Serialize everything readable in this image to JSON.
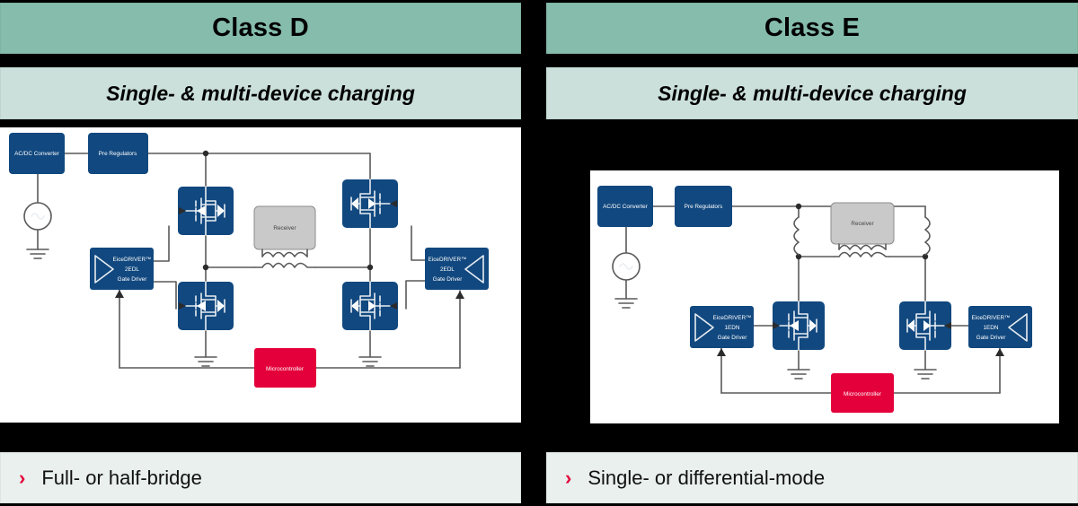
{
  "panels": [
    {
      "id": "class-d",
      "title": "Class D",
      "subtitle": "Single- & multi-device charging",
      "bullet": {
        "marker": "chevron-right-icon",
        "text": "Full- or half-bridge"
      },
      "diagram": {
        "topology": "full-bridge",
        "blocks": [
          {
            "name": "ac-dc-converter",
            "label": "AC/DC Converter",
            "color": "#11487f"
          },
          {
            "name": "pre-regulators",
            "label": "Pre Regulators",
            "color": "#11487f"
          },
          {
            "name": "gate-driver-left",
            "label_line1": "EiceDRIVER™",
            "label_line2": "2EDL",
            "label_line3": "Gate Driver",
            "color": "#11487f"
          },
          {
            "name": "gate-driver-right",
            "label_line1": "EiceDRIVER™",
            "label_line2": "2EDL",
            "label_line3": "Gate Driver",
            "color": "#11487f"
          },
          {
            "name": "receiver",
            "label": "Receiver",
            "color": "#c9c9c9"
          },
          {
            "name": "microcontroller",
            "label": "Microcontroller",
            "color": "#e4003a"
          }
        ],
        "mosfet_count": 4,
        "ac_source_symbol": "~",
        "ground_symbols": 3
      }
    },
    {
      "id": "class-e",
      "title": "Class E",
      "subtitle": "Single- & multi-device charging",
      "bullet": {
        "marker": "chevron-right-icon",
        "text": "Single- or differential-mode"
      },
      "diagram": {
        "topology": "differential-mode",
        "blocks": [
          {
            "name": "ac-dc-converter",
            "label": "AC/DC Converter",
            "color": "#11487f"
          },
          {
            "name": "pre-regulators",
            "label": "Pre Regulators",
            "color": "#11487f"
          },
          {
            "name": "gate-driver-left",
            "label_line1": "EiceDRIVER™",
            "label_line2": "1EDN",
            "label_line3": "Gate Driver",
            "color": "#11487f"
          },
          {
            "name": "gate-driver-right",
            "label_line1": "EiceDRIVER™",
            "label_line2": "1EDN",
            "label_line3": "Gate Driver",
            "color": "#11487f"
          },
          {
            "name": "receiver",
            "label": "Receiver",
            "color": "#c9c9c9"
          },
          {
            "name": "microcontroller",
            "label": "Microcontroller",
            "color": "#e4003a"
          }
        ],
        "mosfet_count": 2,
        "choke_count": 2,
        "ac_source_symbol": "~",
        "ground_symbols": 3
      }
    }
  ],
  "colors": {
    "header_green": "#85bcab",
    "subheader_green": "#cbe0da",
    "bullet_bg": "#e9f0ed",
    "accent_red": "#e4003a",
    "block_blue": "#11487f",
    "background": "#000000"
  }
}
